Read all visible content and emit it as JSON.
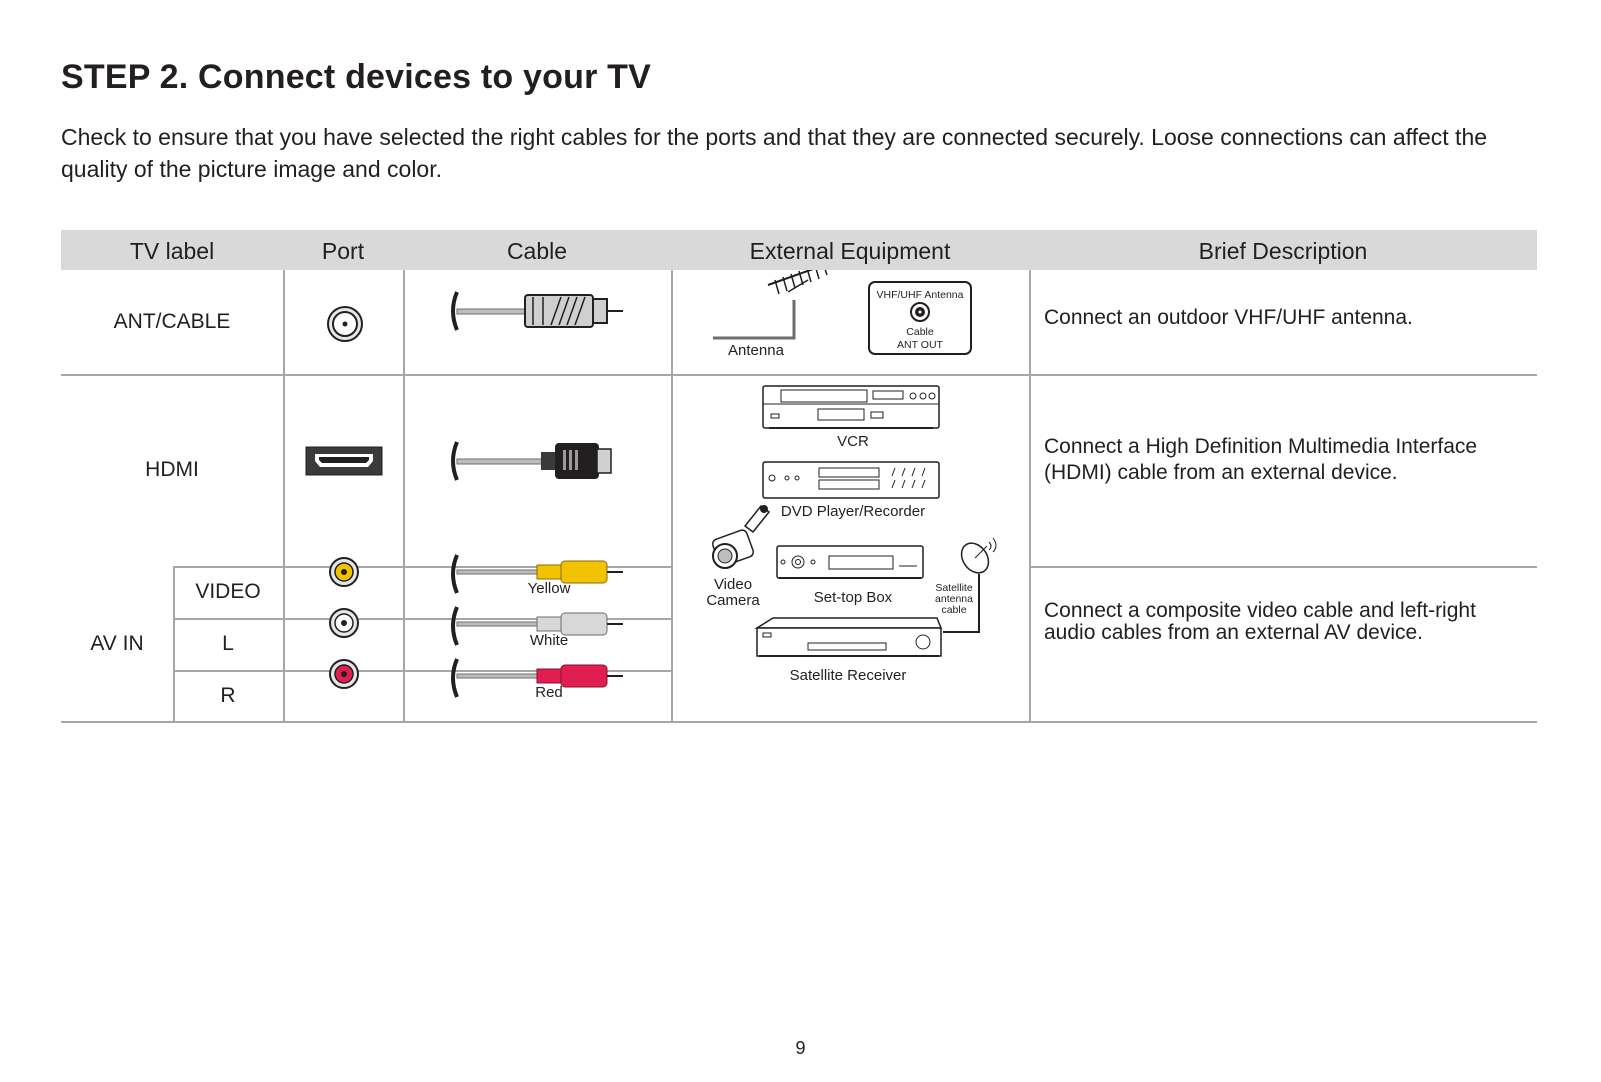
{
  "title": "STEP 2. Connect devices to your TV",
  "intro": "Check to ensure that you have selected the right cables for the ports and that they are connected securely. Loose connections can affect the quality of the picture image and color.",
  "table": {
    "headers": [
      "TV label",
      "Port",
      "Cable",
      "External Equipment",
      "Brief Description"
    ],
    "rows": {
      "ant": {
        "label": "ANT/CABLE",
        "description": "Connect an outdoor VHF/UHF antenna."
      },
      "hdmi": {
        "label": "HDMI",
        "description": "Connect a High Definition Multimedia Interface (HDMI) cable from an external device."
      },
      "av": {
        "label": "AV IN",
        "sub_labels": [
          "VIDEO",
          "L",
          "R"
        ],
        "cable_colors": [
          "Yellow",
          "White",
          "Red"
        ],
        "description": "Connect a composite video cable and left-right audio cables from an external AV device."
      }
    },
    "equipment": {
      "antenna": "Antenna",
      "wall_plate_title": "VHF/UHF Antenna",
      "wall_plate_cable": "Cable",
      "wall_plate_out": "ANT OUT",
      "vcr": "VCR",
      "dvd": "DVD Player/Recorder",
      "camera_line1": "Video",
      "camera_line2": "Camera",
      "settop": "Set-top Box",
      "sat_cable_line1": "Satellite",
      "sat_cable_line2": "antenna",
      "sat_cable_line3": "cable",
      "sat_receiver": "Satellite Receiver"
    }
  },
  "colors": {
    "header_bg": "#d9d9d9",
    "rule": "#a7a7a7",
    "yellow": "#f2c200",
    "white": "#d8d8d8",
    "red": "#e01e4f"
  },
  "page_number": "9"
}
